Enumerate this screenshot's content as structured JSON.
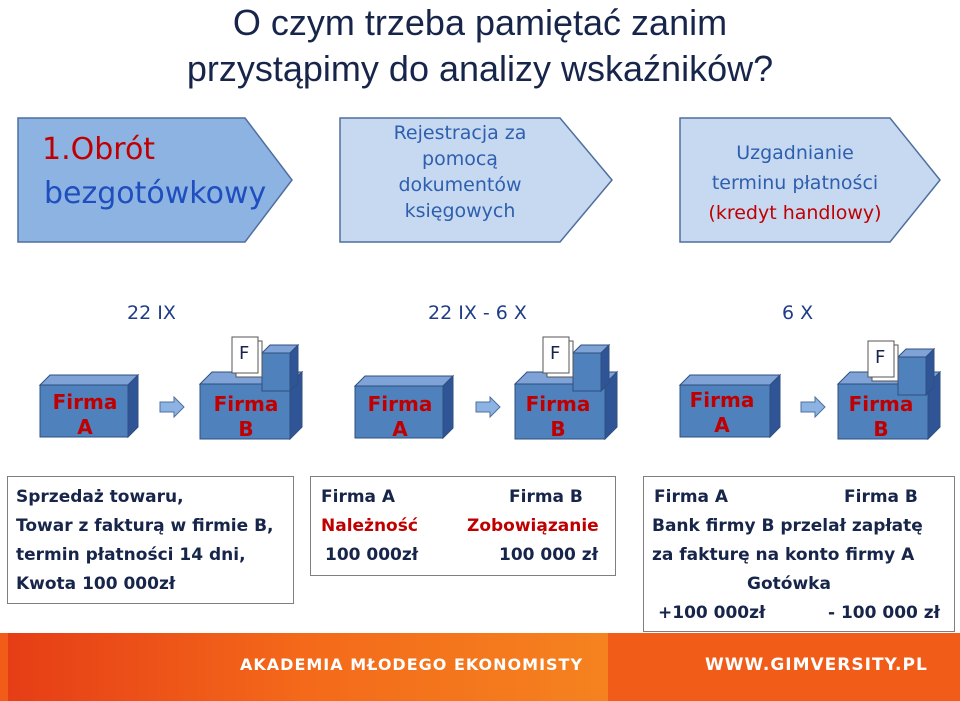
{
  "title": {
    "line1": "O czym trzeba pamiętać zanim",
    "line2": "przystąpimy do analizy wskaźników?"
  },
  "top_flow": {
    "step1": {
      "line1": "1.Obrót",
      "line2": "bezgotówkowy"
    },
    "step2": {
      "line1": "Rejestracja za",
      "line2": "pomocą",
      "line3": "dokumentów",
      "line4": "księgowych"
    },
    "step3": {
      "line1": "Uzgadnianie",
      "line2": "terminu płatności",
      "line3": "(kredyt handlowy)"
    }
  },
  "dates": {
    "d1": "22 IX",
    "d2": "22 IX - 6 X",
    "d3": "6 X"
  },
  "doc_letter": "F",
  "firms": {
    "a_line1": "Firma",
    "a_line2": "A",
    "b_line1": "Firma",
    "b_line2": "B"
  },
  "boxes": {
    "box1": {
      "l1": "Sprzedaż towaru,",
      "l2": "Towar z fakturą w firmie B,",
      "l3": "termin płatności 14 dni,",
      "l4": "Kwota 100 000zł"
    },
    "box2": {
      "h_a": "Firma A",
      "h_b": "Firma B",
      "r_a": "Należność",
      "r_b": "Zobowiązanie",
      "v_a": "100 000zł",
      "v_b": "100 000 zł"
    },
    "box3": {
      "h_a": "Firma A",
      "h_b": "Firma B",
      "l2": "Bank firmy B przelał zapłatę",
      "l3": "za fakturę na konto firmy A",
      "l4": "Gotówka",
      "v_a": "+100 000zł",
      "v_b": "- 100 000 zł"
    }
  },
  "footer": {
    "left": "AKADEMIA MŁODEGO EKONOMISTY",
    "right": "WWW.GIMVERSITY.PL"
  },
  "colors": {
    "arrow_fill": "#8db3e2",
    "cube_front": "#4f81bd",
    "cube_top": "#7fa3d6",
    "cube_side": "#2f5597",
    "label_red": "#c00000",
    "label_blue": "#1f5fbf",
    "footer": "#f25c19"
  }
}
